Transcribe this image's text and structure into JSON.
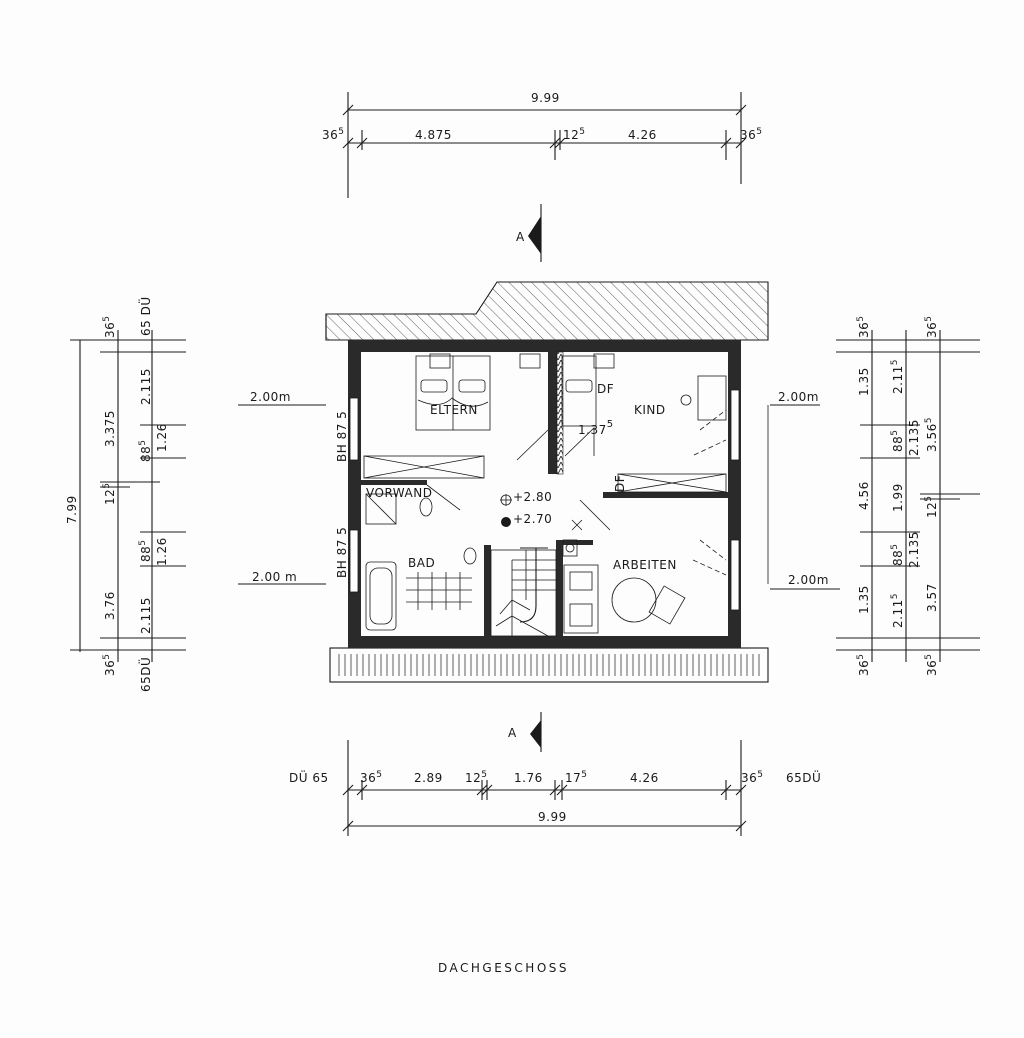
{
  "title": "DACHGESCHOSS",
  "section_marker": "A",
  "rooms": {
    "eltern": "ELTERN",
    "kind": "KIND",
    "df": "DF",
    "vorwand": "VORWAND",
    "bad": "BAD",
    "arbeiten": "ARBEITEN"
  },
  "levels": {
    "upper": "+2.80",
    "lower": "+2.70"
  },
  "kind_dim": "1.37",
  "kind_dim_sup": "5",
  "room_heights": [
    "2.00m",
    "2.00m",
    "2.00 m",
    "2.00m"
  ],
  "bh": [
    "BH 87 5",
    "BH 87 5"
  ],
  "top": {
    "total": "9.99",
    "segments": [
      {
        "main": "36",
        "sup": "5"
      },
      {
        "main": "4.875",
        "sup": ""
      },
      {
        "main": "12",
        "sup": "5"
      },
      {
        "main": "4.26",
        "sup": ""
      },
      {
        "main": "36",
        "sup": "5"
      }
    ]
  },
  "bottom": {
    "total": "9.99",
    "overhang_left": "DÜ 65",
    "overhang_right": "65DÜ",
    "segments": [
      {
        "main": "36",
        "sup": "5"
      },
      {
        "main": "2.89",
        "sup": ""
      },
      {
        "main": "12",
        "sup": "5"
      },
      {
        "main": "1.76",
        "sup": ""
      },
      {
        "main": "17",
        "sup": "5"
      },
      {
        "main": "4.26",
        "sup": ""
      },
      {
        "main": "36",
        "sup": "5"
      }
    ]
  },
  "left": {
    "total": "7.99",
    "top_overhang": "65 DÜ",
    "bottom_overhang": "65DÜ",
    "outer": [
      {
        "main": "36",
        "sup": "5"
      },
      {
        "main": "3.375",
        "sup": ""
      },
      {
        "main": "12",
        "sup": "5"
      },
      {
        "main": "3.76",
        "sup": ""
      },
      {
        "main": "36",
        "sup": "5"
      }
    ],
    "inner": [
      {
        "main": "2.115",
        "sup": ""
      },
      {
        "main": "1.26",
        "sup": ""
      },
      {
        "main": "88",
        "sup": "5"
      },
      {
        "main": "88",
        "sup": "5"
      },
      {
        "main": "1.26",
        "sup": ""
      },
      {
        "main": "2.115",
        "sup": ""
      }
    ]
  },
  "right": {
    "col1": [
      {
        "main": "36",
        "sup": "5"
      },
      {
        "main": "1.35",
        "sup": ""
      },
      {
        "main": "4.56",
        "sup": ""
      },
      {
        "main": "1.35",
        "sup": ""
      },
      {
        "main": "36",
        "sup": "5"
      }
    ],
    "col2": [
      {
        "main": "2.11",
        "sup": "5"
      },
      {
        "main": "88",
        "sup": "5"
      },
      {
        "main": "2.135",
        "sup": ""
      },
      {
        "main": "1.99",
        "sup": ""
      },
      {
        "main": "88",
        "sup": "5"
      },
      {
        "main": "2.135",
        "sup": ""
      },
      {
        "main": "2.11",
        "sup": "5"
      }
    ],
    "col3": [
      {
        "main": "36",
        "sup": "5"
      },
      {
        "main": "3.56",
        "sup": "5"
      },
      {
        "main": "12",
        "sup": "5"
      },
      {
        "main": "3.57",
        "sup": ""
      },
      {
        "main": "36",
        "sup": "5"
      }
    ]
  }
}
